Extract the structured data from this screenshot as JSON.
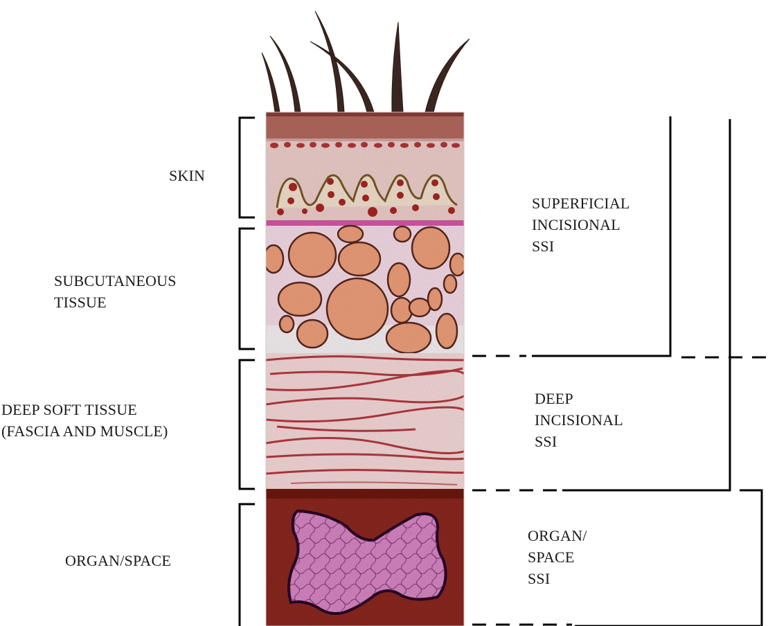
{
  "layers": {
    "skin": "SKIN",
    "subcutaneous": "SUBCUTANEOUS\nTISSUE",
    "deep_soft_tissue": "DEEP SOFT TISSUE\n(FASCIA AND MUSCLE)",
    "organ_space": "ORGAN/SPACE"
  },
  "ssi_classes": {
    "superficial": "SUPERFICIAL\nINCISIONAL\nSSI",
    "deep": "DEEP\nINCISIONAL\nSSI",
    "organ_space": "ORGAN/\nSPACE\nSSI"
  },
  "colors": {
    "hair": "#3a2620",
    "epidermis": "#b56a60",
    "dermis": "#efd0cc",
    "fat_lobule": "#f0a07c",
    "subcutaneous_bg": "#f6dde8",
    "muscle_bg": "#f7dada",
    "muscle_fiber": "#b63a42",
    "organ_bg": "#8c2a22",
    "organ_tissue": "#d888c4"
  }
}
